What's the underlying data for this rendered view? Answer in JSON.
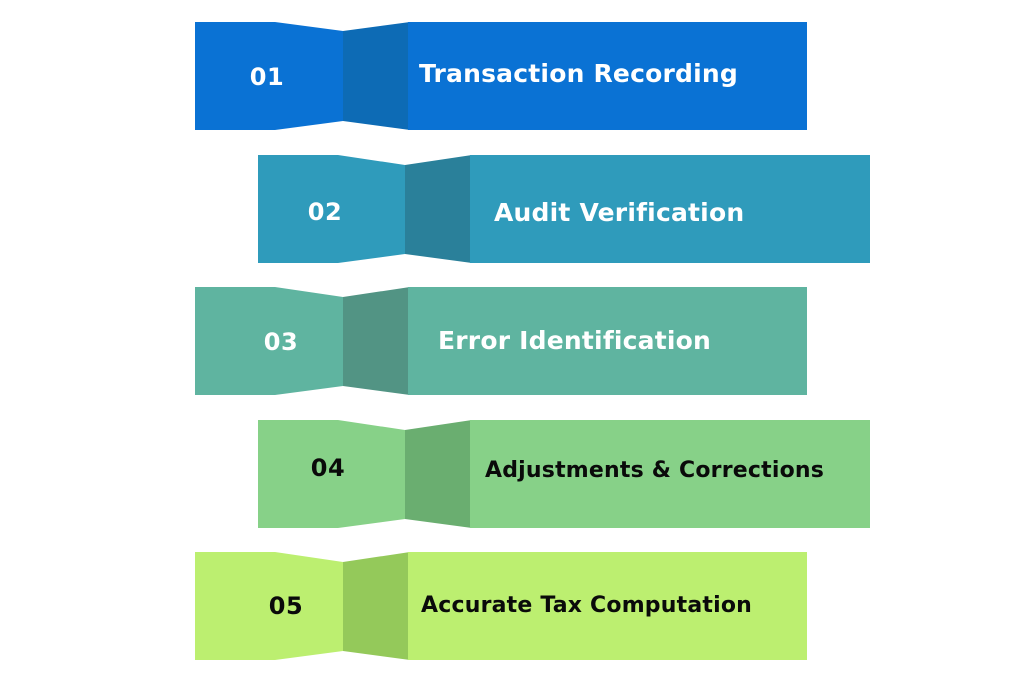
{
  "diagram": {
    "steps": [
      {
        "number": "01",
        "label": "Transaction Recording",
        "color": "#0a72d4",
        "fold_color": "#0d6bb5",
        "text_color": "#ffffff"
      },
      {
        "number": "02",
        "label": "Audit Verification",
        "color": "#2f9bbb",
        "fold_color": "#2a809a",
        "text_color": "#ffffff"
      },
      {
        "number": "03",
        "label": "Error Identification",
        "color": "#5fb4a0",
        "fold_color": "#529484",
        "text_color": "#ffffff"
      },
      {
        "number": "04",
        "label": "Adjustments & Corrections",
        "color": "#87d188",
        "fold_color": "#6aae70",
        "text_color": "#0a0a0a"
      },
      {
        "number": "05",
        "label": "Accurate Tax Computation",
        "color": "#bcef70",
        "fold_color": "#94c95a",
        "text_color": "#0a0a0a"
      }
    ]
  }
}
